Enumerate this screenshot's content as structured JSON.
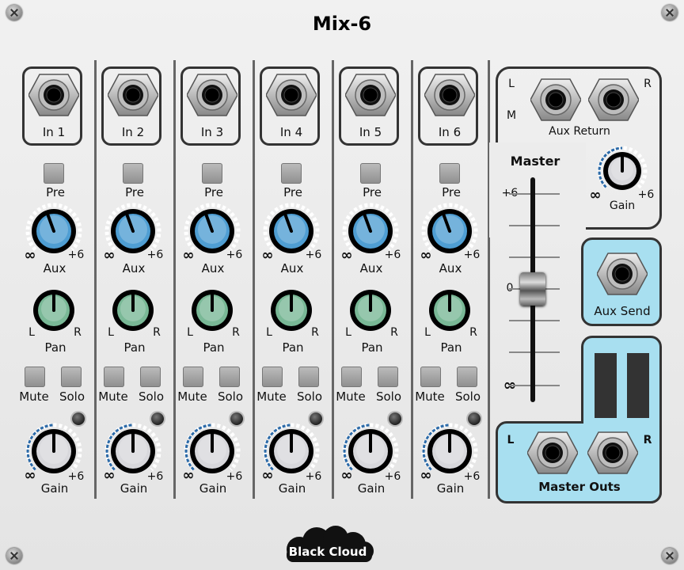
{
  "module": {
    "title": "Mix-6",
    "brand": "Black Cloud"
  },
  "channels": [
    {
      "input_label": "In 1",
      "pre_label": "Pre",
      "aux_label": "Aux",
      "pan_label": "Pan",
      "mute_label": "Mute",
      "solo_label": "Solo",
      "gain_label": "Gain"
    },
    {
      "input_label": "In 2",
      "pre_label": "Pre",
      "aux_label": "Aux",
      "pan_label": "Pan",
      "mute_label": "Mute",
      "solo_label": "Solo",
      "gain_label": "Gain"
    },
    {
      "input_label": "In 3",
      "pre_label": "Pre",
      "aux_label": "Aux",
      "pan_label": "Pan",
      "mute_label": "Mute",
      "solo_label": "Solo",
      "gain_label": "Gain"
    },
    {
      "input_label": "In 4",
      "pre_label": "Pre",
      "aux_label": "Aux",
      "pan_label": "Pan",
      "mute_label": "Mute",
      "solo_label": "Solo",
      "gain_label": "Gain"
    },
    {
      "input_label": "In 5",
      "pre_label": "Pre",
      "aux_label": "Aux",
      "pan_label": "Pan",
      "mute_label": "Mute",
      "solo_label": "Solo",
      "gain_label": "Gain"
    },
    {
      "input_label": "In 6",
      "pre_label": "Pre",
      "aux_label": "Aux",
      "pan_label": "Pan",
      "mute_label": "Mute",
      "solo_label": "Solo",
      "gain_label": "Gain"
    }
  ],
  "knob_scale": {
    "min": "∞",
    "max": "+6",
    "pan_left": "L",
    "pan_right": "R"
  },
  "aux_return": {
    "label": "Aux Return",
    "left": "L",
    "mono": "M",
    "right": "R",
    "gain_label": "Gain"
  },
  "master": {
    "label": "Master",
    "scale_top": "+6",
    "scale_mid": "0",
    "scale_bottom": "∞"
  },
  "aux_send": {
    "label": "Aux Send"
  },
  "master_outs": {
    "label": "Master Outs",
    "left": "L",
    "right": "R"
  },
  "colors": {
    "aux_knob": "#4f9ed3",
    "pan_knob": "#79b896",
    "gain_knob": "#d8d8dc",
    "arc": "#2b6aa8",
    "panel_blue": "#a8dff0"
  }
}
